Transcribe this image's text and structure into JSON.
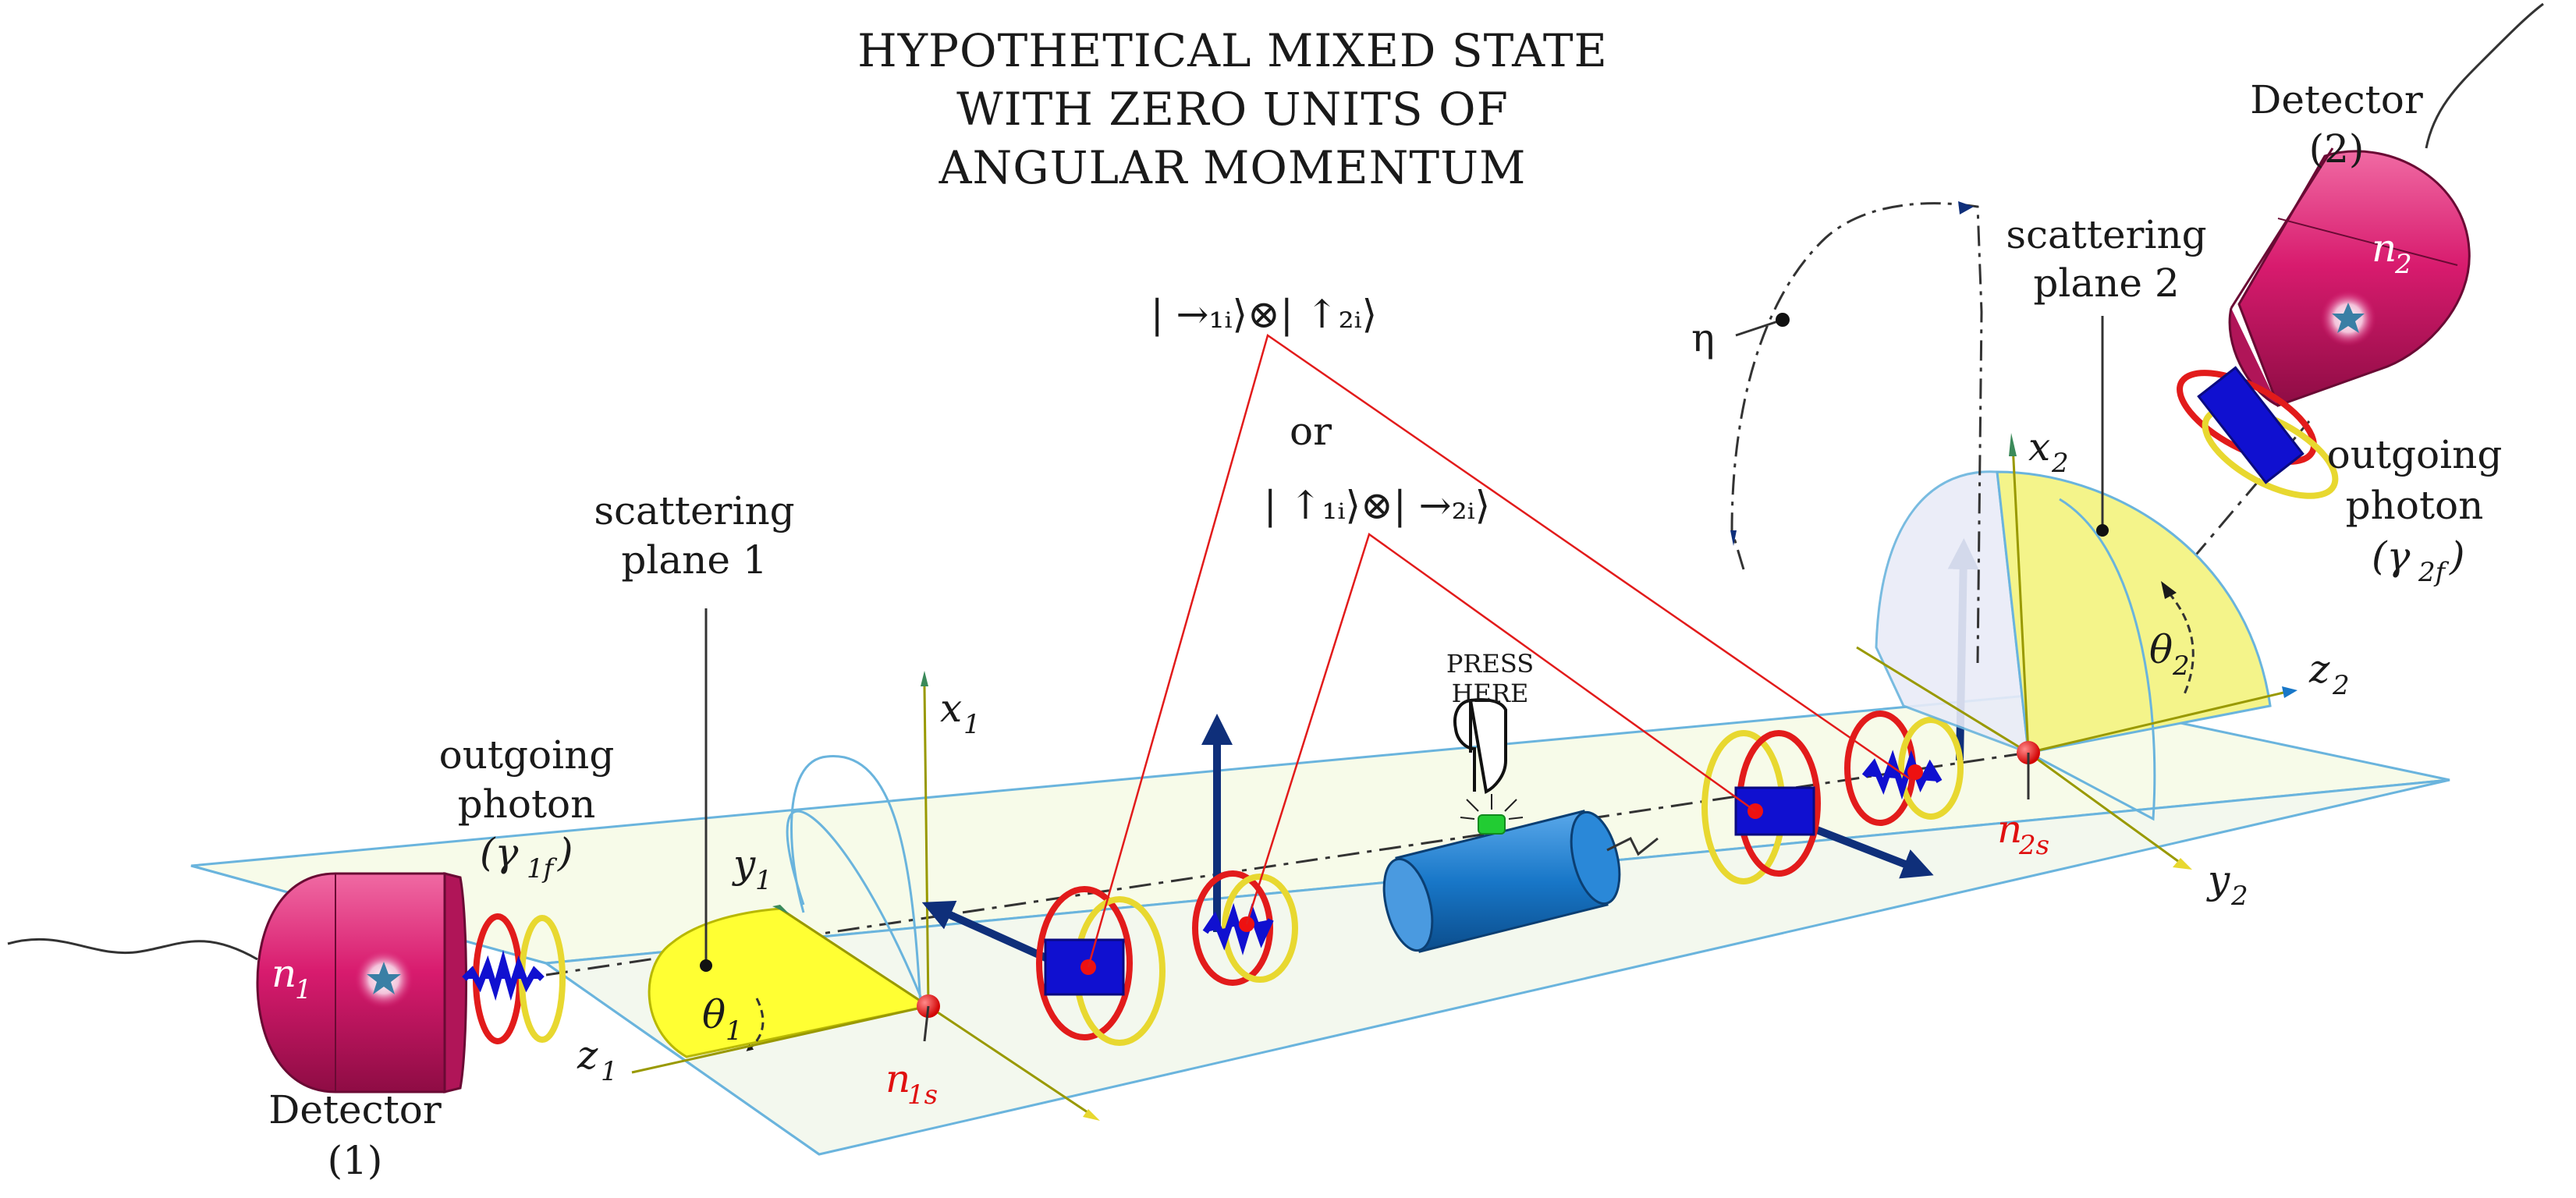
{
  "title": {
    "line1": "HYPOTHETICAL MIXED STATE",
    "line2": "WITH ZERO UNITS OF",
    "line3": "ANGULAR MOMENTUM"
  },
  "detector1": {
    "name": "Detector",
    "number": "(1)",
    "atom_label": "n",
    "atom_sub": "1"
  },
  "detector2": {
    "name": "Detector",
    "number": "(2)",
    "atom_label": "n",
    "atom_sub": "2"
  },
  "photon1": {
    "line1": "outgoing",
    "line2": "photon",
    "symbol": "(γ",
    "symbol_sub": "1f",
    "symbol_close": ")"
  },
  "photon2": {
    "line1": "outgoing",
    "line2": "photon",
    "symbol": "(γ",
    "symbol_sub": "2f",
    "symbol_close": ")"
  },
  "plane1": {
    "line1": "scattering",
    "line2": "plane 1"
  },
  "plane2": {
    "line1": "scattering",
    "line2": "plane 2"
  },
  "axes": {
    "x1": "x",
    "x1_sub": "1",
    "y1": "y",
    "y1_sub": "1",
    "z1": "z",
    "z1_sub": "1",
    "x2": "x",
    "x2_sub": "2",
    "y2": "y",
    "y2_sub": "2",
    "z2": "z",
    "z2_sub": "2",
    "theta1": "θ",
    "theta1_sub": "1",
    "theta2": "θ",
    "theta2_sub": "2",
    "eta": "η"
  },
  "scatter_points": {
    "n1s": "n",
    "n1s_sub": "1s",
    "n2s": "n",
    "n2s_sub": "2s"
  },
  "states": {
    "state1": "| →₁ᵢ⟩⊗| ↑₂ᵢ⟩",
    "or": "or",
    "state2": "| ↑₁ᵢ⟩⊗| →₂ᵢ⟩"
  },
  "button": {
    "line1": "PRESS",
    "line2": "HERE"
  },
  "colors": {
    "detector": "#d81b6e",
    "plane_fill": "#ffff33",
    "plane_light": "#f4f48a",
    "beam_frame": "#6ab4dd",
    "photon_blue": "#1010d0",
    "helix_red": "#e21b1b",
    "helix_yellow": "#e8d830",
    "vector_navy": "#0f2f7a",
    "tube": "#1877c8",
    "button": "#22cc33",
    "scatter_dot": "#ee1111",
    "state_line": "#e21b1b"
  }
}
